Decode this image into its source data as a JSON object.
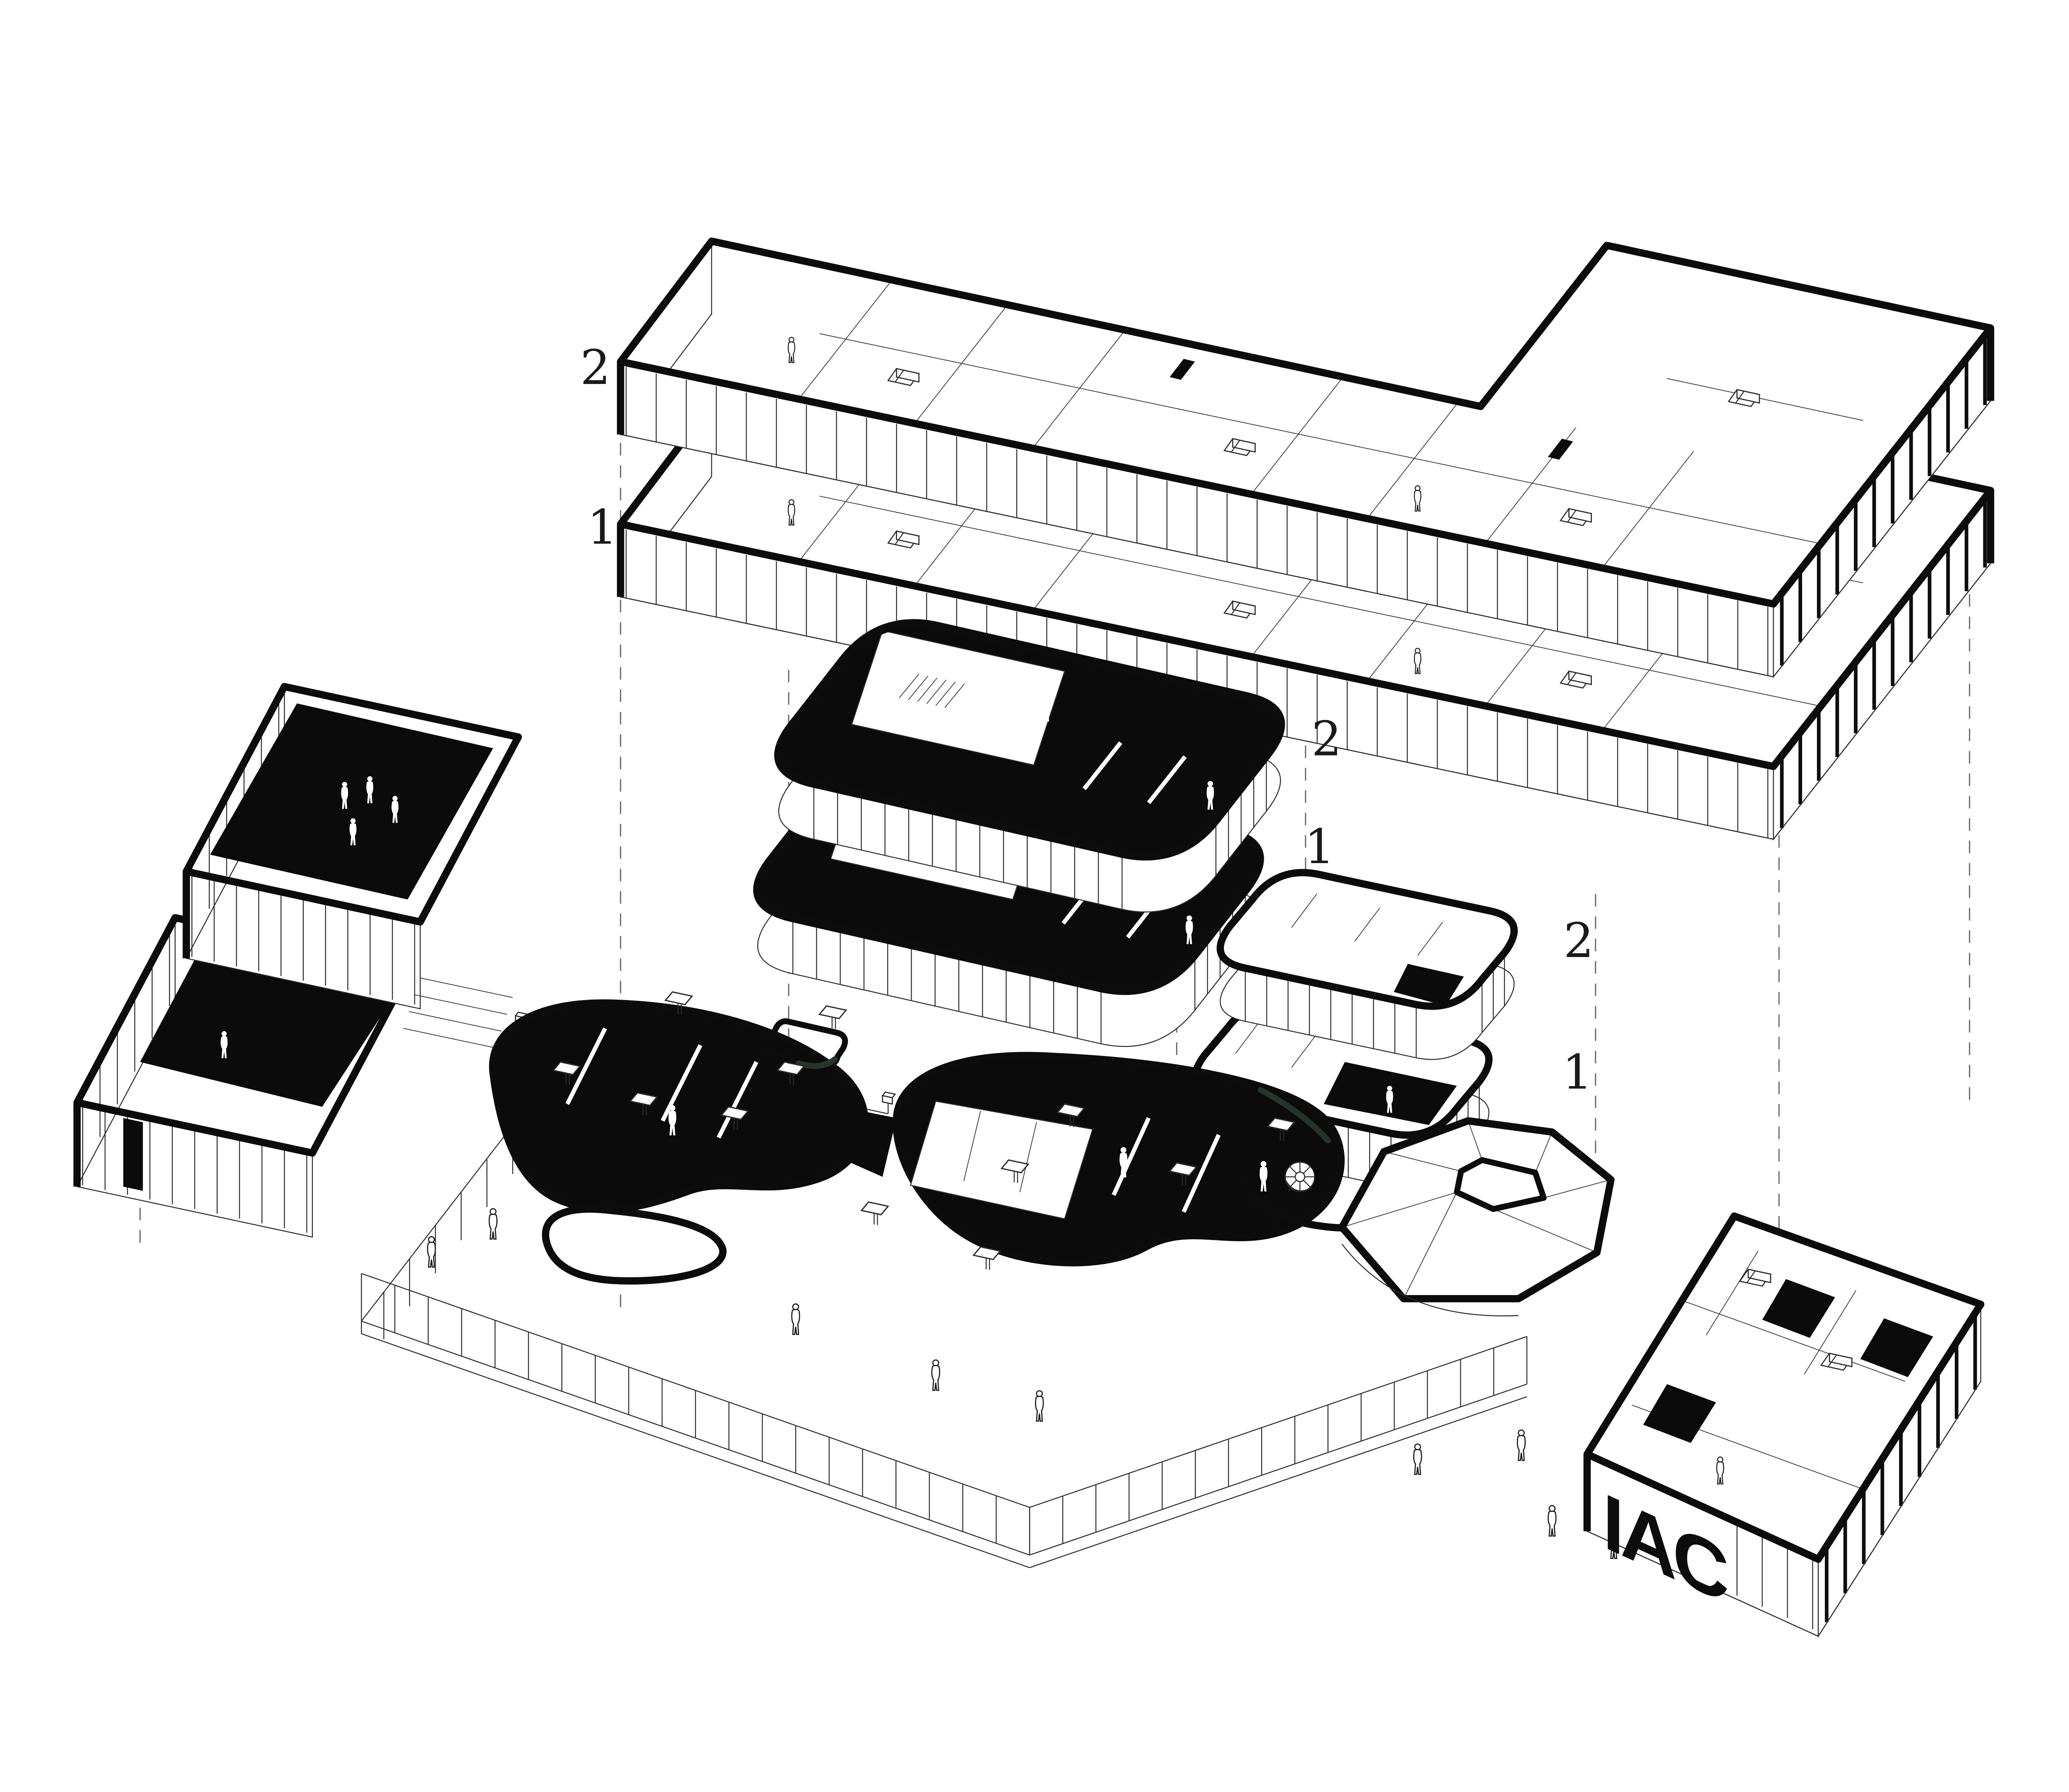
{
  "drawing": {
    "sign": {
      "text": "IAC"
    },
    "floor_labels": {
      "slab_block": {
        "upper": "2",
        "lower": "1"
      },
      "mid_block": {
        "upper": "2",
        "lower": "1"
      },
      "east_block": {
        "upper": "2",
        "lower": "1"
      }
    },
    "colors": {
      "background": "#ffffff",
      "ink": "#1c1c1c",
      "solid_fill": "#0b0b0b",
      "accent_green": "#24352c",
      "dash_line": "#6a6a6a"
    }
  }
}
